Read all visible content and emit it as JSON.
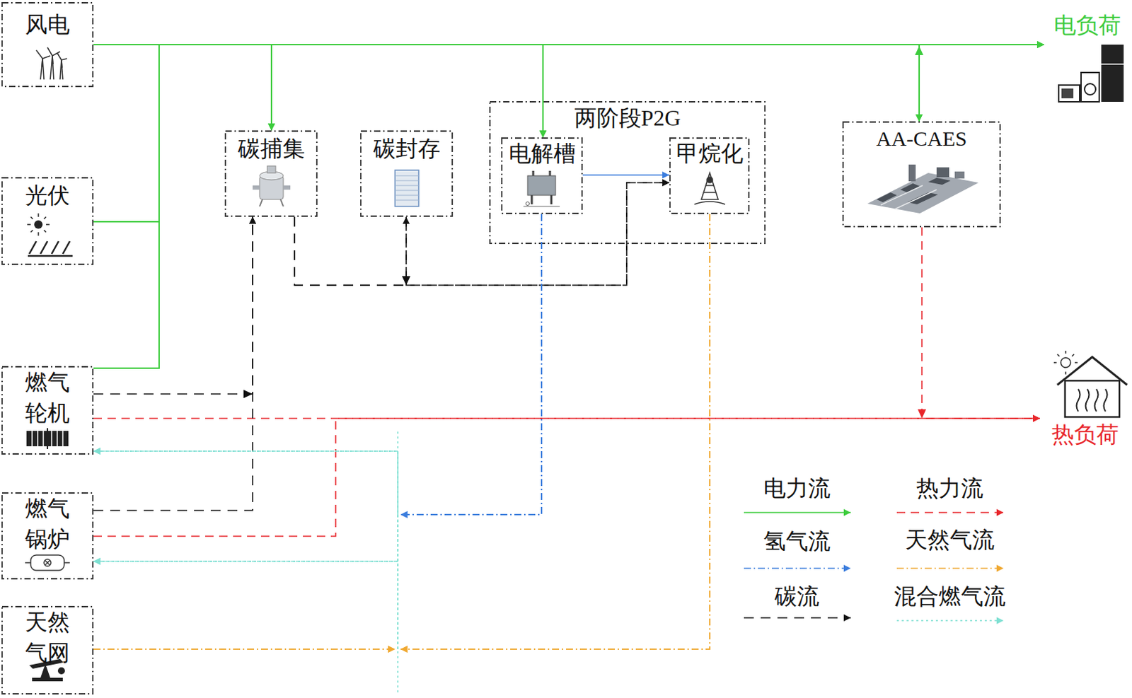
{
  "diagram": {
    "nodes": [
      {
        "text": [
          "风电"
        ]
      },
      {
        "text": [
          "电负荷"
        ]
      },
      {
        "text": [
          "两阶段P2G"
        ]
      },
      {
        "text": [
          "碳捕集"
        ]
      },
      {
        "text": [
          "碳封存"
        ]
      },
      {
        "text": [
          "电解槽"
        ],
        "in": 2
      },
      {
        "text": [
          "甲烷化"
        ],
        "in": 2
      },
      {
        "text": [
          "AA-CAES"
        ]
      },
      {
        "text": [
          "光伏"
        ]
      },
      {
        "text": [
          "燃气 轮机"
        ]
      },
      {
        "text": [
          "热负荷"
        ]
      },
      {
        "text": [
          "燃气 锅炉"
        ]
      },
      {
        "text": [
          "天然 气网"
        ]
      }
    ],
    "edges": [
      {
        "from": 0,
        "to": 1,
        "arrow": "to"
      },
      {
        "from": 0,
        "to": 3,
        "arrow": "to"
      },
      {
        "from": 0,
        "to": 5,
        "arrow": "to"
      },
      {
        "from": 0,
        "to": 7,
        "arrow": "to"
      },
      {
        "from": 8,
        "to": 1,
        "arrow": "to"
      },
      {
        "from": 8,
        "to": 3,
        "arrow": "to"
      },
      {
        "from": 8,
        "to": 5,
        "arrow": "to"
      },
      {
        "from": 8,
        "to": 7,
        "arrow": "to"
      },
      {
        "from": 9,
        "to": 1,
        "arrow": "to"
      },
      {
        "from": 9,
        "to": 3,
        "arrow": "to"
      },
      {
        "from": 9,
        "to": 5,
        "arrow": "to"
      },
      {
        "from": 9,
        "to": 7,
        "arrow": "to"
      },
      {
        "from": 7,
        "to": 1,
        "arrow": "to"
      },
      {
        "from": 9,
        "to": 10,
        "arrow": "to"
      },
      {
        "from": 11,
        "to": 10,
        "arrow": "to"
      },
      {
        "from": 7,
        "to": 10,
        "arrow": "to"
      },
      {
        "from": 9,
        "to": 3,
        "arrow": "to"
      },
      {
        "from": 11,
        "to": 3,
        "arrow": "to"
      },
      {
        "from": 3,
        "to": 4,
        "arrow": "to"
      },
      {
        "from": 3,
        "to": 6,
        "arrow": "to"
      },
      {
        "from": 4,
        "to": 6,
        "arrow": "to"
      },
      {
        "from": 5,
        "to": 6,
        "arrow": "to"
      },
      {
        "from": 5,
        "to": 9,
        "arrow": "to"
      },
      {
        "from": 5,
        "to": 11,
        "arrow": "to"
      },
      {
        "from": 6,
        "to": 9,
        "arrow": "to"
      },
      {
        "from": 6,
        "to": 11,
        "arrow": "to"
      },
      {
        "from": 12,
        "to": 9,
        "arrow": "to"
      },
      {
        "from": 12,
        "to": 11,
        "arrow": "to"
      }
    ],
    "legend": [
      {
        "text": "电力流"
      },
      {
        "text": "热力流"
      },
      {
        "text": "氢气流"
      },
      {
        "text": "天然气流"
      },
      {
        "text": "碳流"
      },
      {
        "text": "混合燃气流"
      }
    ]
  }
}
